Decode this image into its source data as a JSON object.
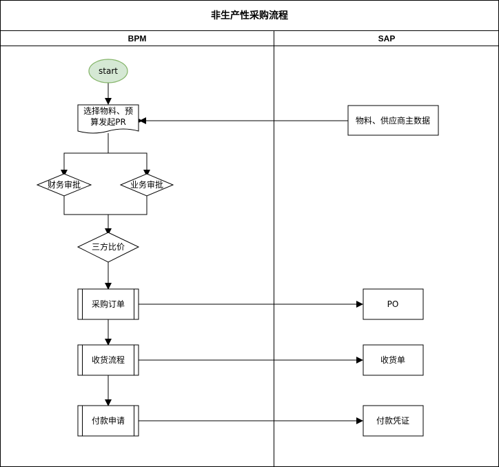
{
  "diagram": {
    "title": "非生产性采购流程",
    "lanes": {
      "left": "BPM",
      "right": "SAP"
    },
    "nodes": {
      "start": "start",
      "select": {
        "line1": "选择物料、预",
        "line2": "算发起PR"
      },
      "finance": "财务审批",
      "business": "业务审批",
      "compare": "三方比价",
      "order": "采购订单",
      "receive": "收货流程",
      "payment": "付款申请",
      "master": "物料、供应商主数据",
      "po": "PO",
      "receipt": "收货单",
      "voucher": "付款凭证"
    }
  },
  "colors": {
    "start_fill": "#d5e8d4",
    "start_stroke": "#82b366",
    "stroke": "#000000",
    "background": "#ffffff"
  }
}
